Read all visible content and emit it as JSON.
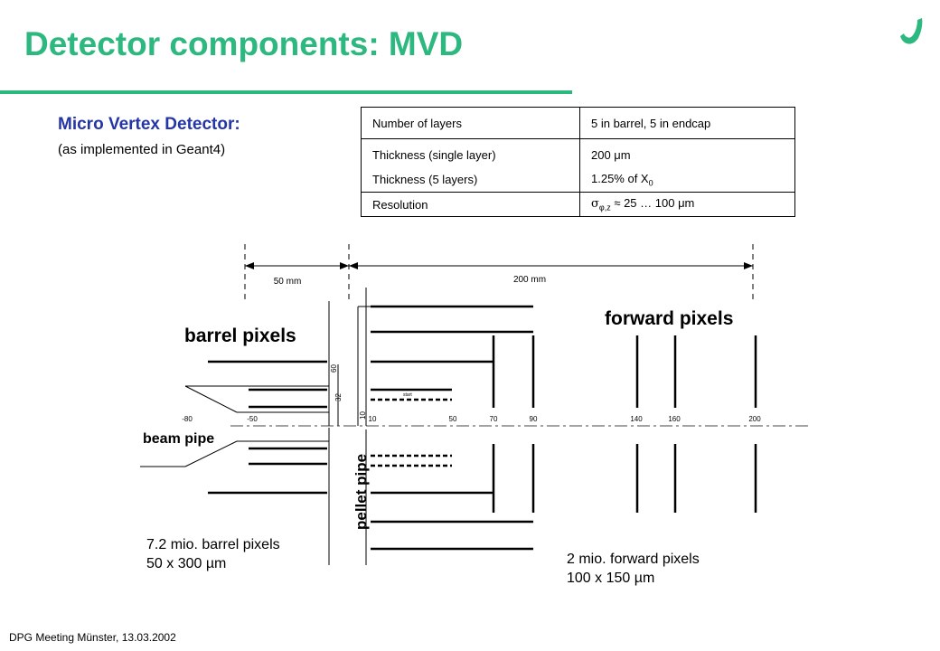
{
  "title": "Detector components: MVD",
  "subtitle": "Micro Vertex Detector:",
  "subnote": "(as implemented in Geant4)",
  "colors": {
    "accent": "#2db87f",
    "subtitle": "#2436a6"
  },
  "logo": {
    "icon": "checkmark-logo-icon"
  },
  "table": {
    "rows": [
      {
        "label": "Number of layers",
        "value": "5 in barrel, 5 in endcap"
      },
      {
        "label": "Thickness (single layer)",
        "value": "200 μm"
      },
      {
        "label": "Thickness (5 layers)",
        "value_main": "1.25% of X",
        "value_sub": "0"
      },
      {
        "label": "Resolution",
        "value_sigma": "σ",
        "value_sub": "φ,z",
        "value_rest": " ≈ 25 … 100 μm"
      }
    ]
  },
  "diagram": {
    "dim_50": "50 mm",
    "dim_200": "200 mm",
    "label_barrel": "barrel pixels",
    "label_forward": "forward pixels",
    "label_beam": "beam pipe",
    "label_pellet": "pellet pipe",
    "label_start": "start",
    "radial_60": "60",
    "radial_32": "32",
    "radial_10": "10",
    "axis_ticks": [
      "-80",
      "-50",
      "10",
      "50",
      "70",
      "90",
      "140",
      "160",
      "200"
    ]
  },
  "captions": {
    "barrel_line1": "7.2 mio. barrel pixels",
    "barrel_line2": "50 x 300 µm",
    "forward_line1": "2 mio. forward pixels",
    "forward_line2": "100 x 150 µm"
  },
  "footer": "DPG Meeting Münster,  13.03.2002"
}
